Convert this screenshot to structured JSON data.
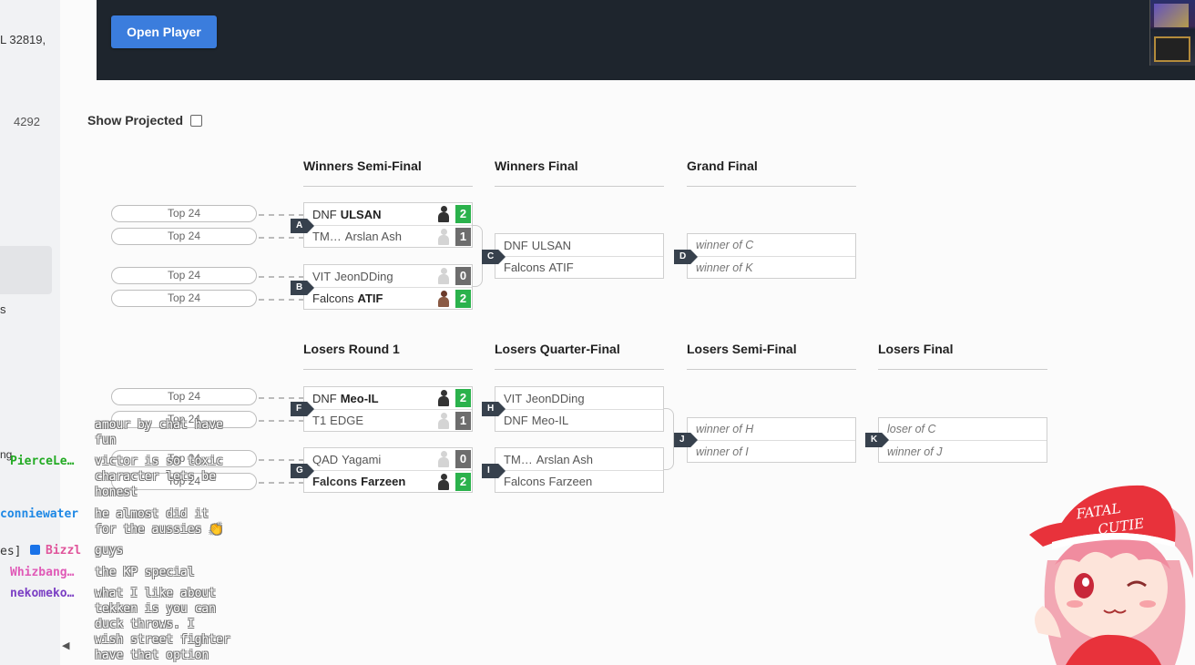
{
  "left_strip": {
    "address_fragment": "L 32819,",
    "number": "4292",
    "fragment_s": "s",
    "fragment_ng": "ng",
    "fragment_es": "es]"
  },
  "top_bar": {
    "open_player_label": "Open Player"
  },
  "show_projected": {
    "label": "Show Projected",
    "checked": false
  },
  "rounds": {
    "winners_semi": "Winners Semi-Final",
    "winners_final": "Winners Final",
    "grand_final": "Grand Final",
    "losers_r1": "Losers Round 1",
    "losers_qf": "Losers Quarter-Final",
    "losers_sf": "Losers Semi-Final",
    "losers_final": "Losers Final"
  },
  "placeholder": "Top 24",
  "matches": {
    "A": {
      "label": "A",
      "p1": {
        "tag": "DNF",
        "name": "ULSAN",
        "score": "2"
      },
      "p2": {
        "tag": "TM…",
        "name": "Arslan Ash",
        "score": "1"
      }
    },
    "B": {
      "label": "B",
      "p1": {
        "tag": "VIT",
        "name": "JeonDDing",
        "score": "0"
      },
      "p2": {
        "tag": "Falcons",
        "name": "ATIF",
        "score": "2"
      }
    },
    "C": {
      "label": "C",
      "p1": {
        "tag": "DNF",
        "name": "ULSAN"
      },
      "p2": {
        "tag": "Falcons",
        "name": "ATIF"
      }
    },
    "D": {
      "label": "D",
      "p1": "winner of C",
      "p2": "winner of K"
    },
    "F": {
      "label": "F",
      "p1": {
        "tag": "DNF",
        "name": "Meo-IL",
        "score": "2"
      },
      "p2": {
        "tag": "T1",
        "name": "EDGE",
        "score": "1"
      }
    },
    "G": {
      "label": "G",
      "p1": {
        "tag": "QAD",
        "name": "Yagami",
        "score": "0"
      },
      "p2": {
        "tag": "Falcons",
        "name": "Farzeen",
        "score": "2"
      }
    },
    "H": {
      "label": "H",
      "p1": {
        "tag": "VIT",
        "name": "JeonDDing"
      },
      "p2": {
        "tag": "DNF",
        "name": "Meo-IL"
      }
    },
    "I": {
      "label": "I",
      "p1": {
        "tag": "TM…",
        "name": "Arslan Ash"
      },
      "p2": {
        "tag": "Falcons",
        "name": "Farzeen"
      }
    },
    "J": {
      "label": "J",
      "p1": "winner of H",
      "p2": "winner of I"
    },
    "K": {
      "label": "K",
      "p1": "loser of C",
      "p2": "winner of J"
    }
  },
  "chat": {
    "users": {
      "u1": {
        "name": "PierceLe…",
        "color": "#22aa22"
      },
      "u2": {
        "name": "conniewater",
        "color": "#1e88e5"
      },
      "u3": {
        "name": "Bizzl",
        "color": "#e0559b"
      },
      "u4": {
        "name": "Whizbang…",
        "color": "#e05ab7"
      },
      "u5": {
        "name": "nekomeko…",
        "color": "#7b3fc4"
      }
    },
    "messages": {
      "m1a": "amour by chat have",
      "m1b": "fun",
      "m2a": "victor is so toxic",
      "m2b": "character lets be",
      "m2c": "honest",
      "m3a": "he almost did it",
      "m3b": "for the aussies 👏",
      "m4": "guys",
      "m5": "the KP special",
      "m6a": "what I like about",
      "m6b": "tekken is you can",
      "m6c": "duck throws. I",
      "m6d": "wish street fighter",
      "m6e": "have that option"
    }
  },
  "icons": {
    "scroll_left": "◀",
    "badge": "moderator-badge-icon"
  },
  "colors": {
    "win_score": "#2bb24c",
    "lose_score": "#6d6d6d",
    "match_label": "#37414d",
    "button": "#3b7ddd",
    "top_bar": "#1e252d"
  }
}
